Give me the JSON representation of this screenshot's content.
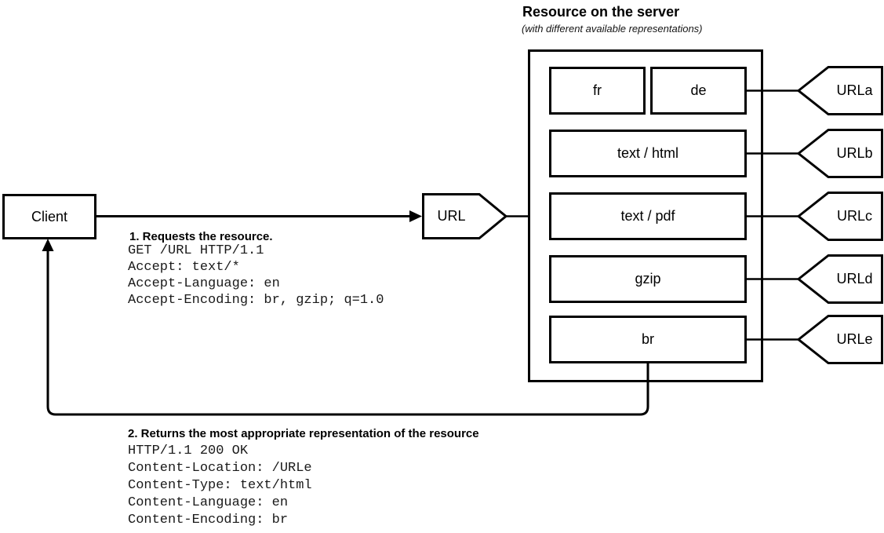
{
  "colors": {
    "ink": "#000000",
    "background": "#ffffff"
  },
  "header": {
    "title": "Resource on the server",
    "subtitle": "(with different available representations)"
  },
  "client": {
    "label": "Client"
  },
  "url_pointer": {
    "label": "URL"
  },
  "server": {
    "representations": [
      {
        "label": "fr"
      },
      {
        "label": "de"
      },
      {
        "label": "text / html"
      },
      {
        "label": "text / pdf"
      },
      {
        "label": "gzip"
      },
      {
        "label": "br"
      }
    ]
  },
  "url_tags": [
    {
      "label": "URLa"
    },
    {
      "label": "URLb"
    },
    {
      "label": "URLc"
    },
    {
      "label": "URLd"
    },
    {
      "label": "URLe"
    }
  ],
  "request": {
    "caption": "1. Requests the resource.",
    "lines": [
      "GET /URL HTTP/1.1",
      "Accept: text/*",
      "Accept-Language: en",
      "Accept-Encoding: br, gzip; q=1.0"
    ]
  },
  "response": {
    "caption": "2. Returns the most appropriate representation of the resource",
    "lines": [
      "HTTP/1.1 200 OK",
      "Content-Location: /URLe",
      "Content-Type: text/html",
      "Content-Language: en",
      "Content-Encoding: br"
    ]
  }
}
